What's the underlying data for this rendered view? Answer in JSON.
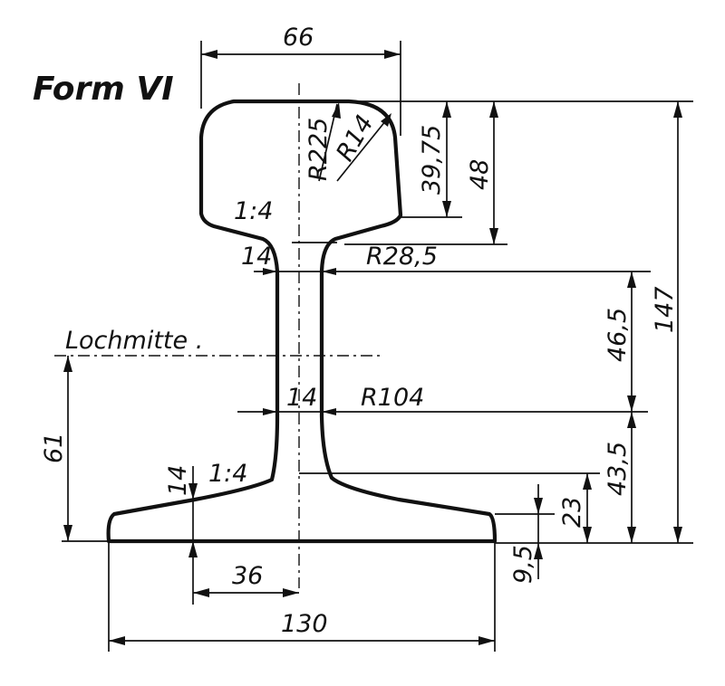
{
  "title": "Form VI",
  "hole_center_label": "Lochmitte .",
  "dimensions": {
    "head_width": "66",
    "head_top_radius": "R225",
    "head_corner_radius": "R14",
    "head_side_height": "39,75",
    "head_height": "48",
    "total_height": "147",
    "head_slope": "1:4",
    "web_thickness_upper": "14",
    "fillet_radius_head": "R28,5",
    "web_upper_height": "46,5",
    "web_thickness_mid": "14",
    "web_radius": "R104",
    "hole_height": "61",
    "foot_thickness": "14",
    "foot_slope": "1:4",
    "web_lower_height": "43,5",
    "foot_height": "23",
    "foot_edge": "9,5",
    "half_foot_offset": "36",
    "foot_width": "130"
  }
}
